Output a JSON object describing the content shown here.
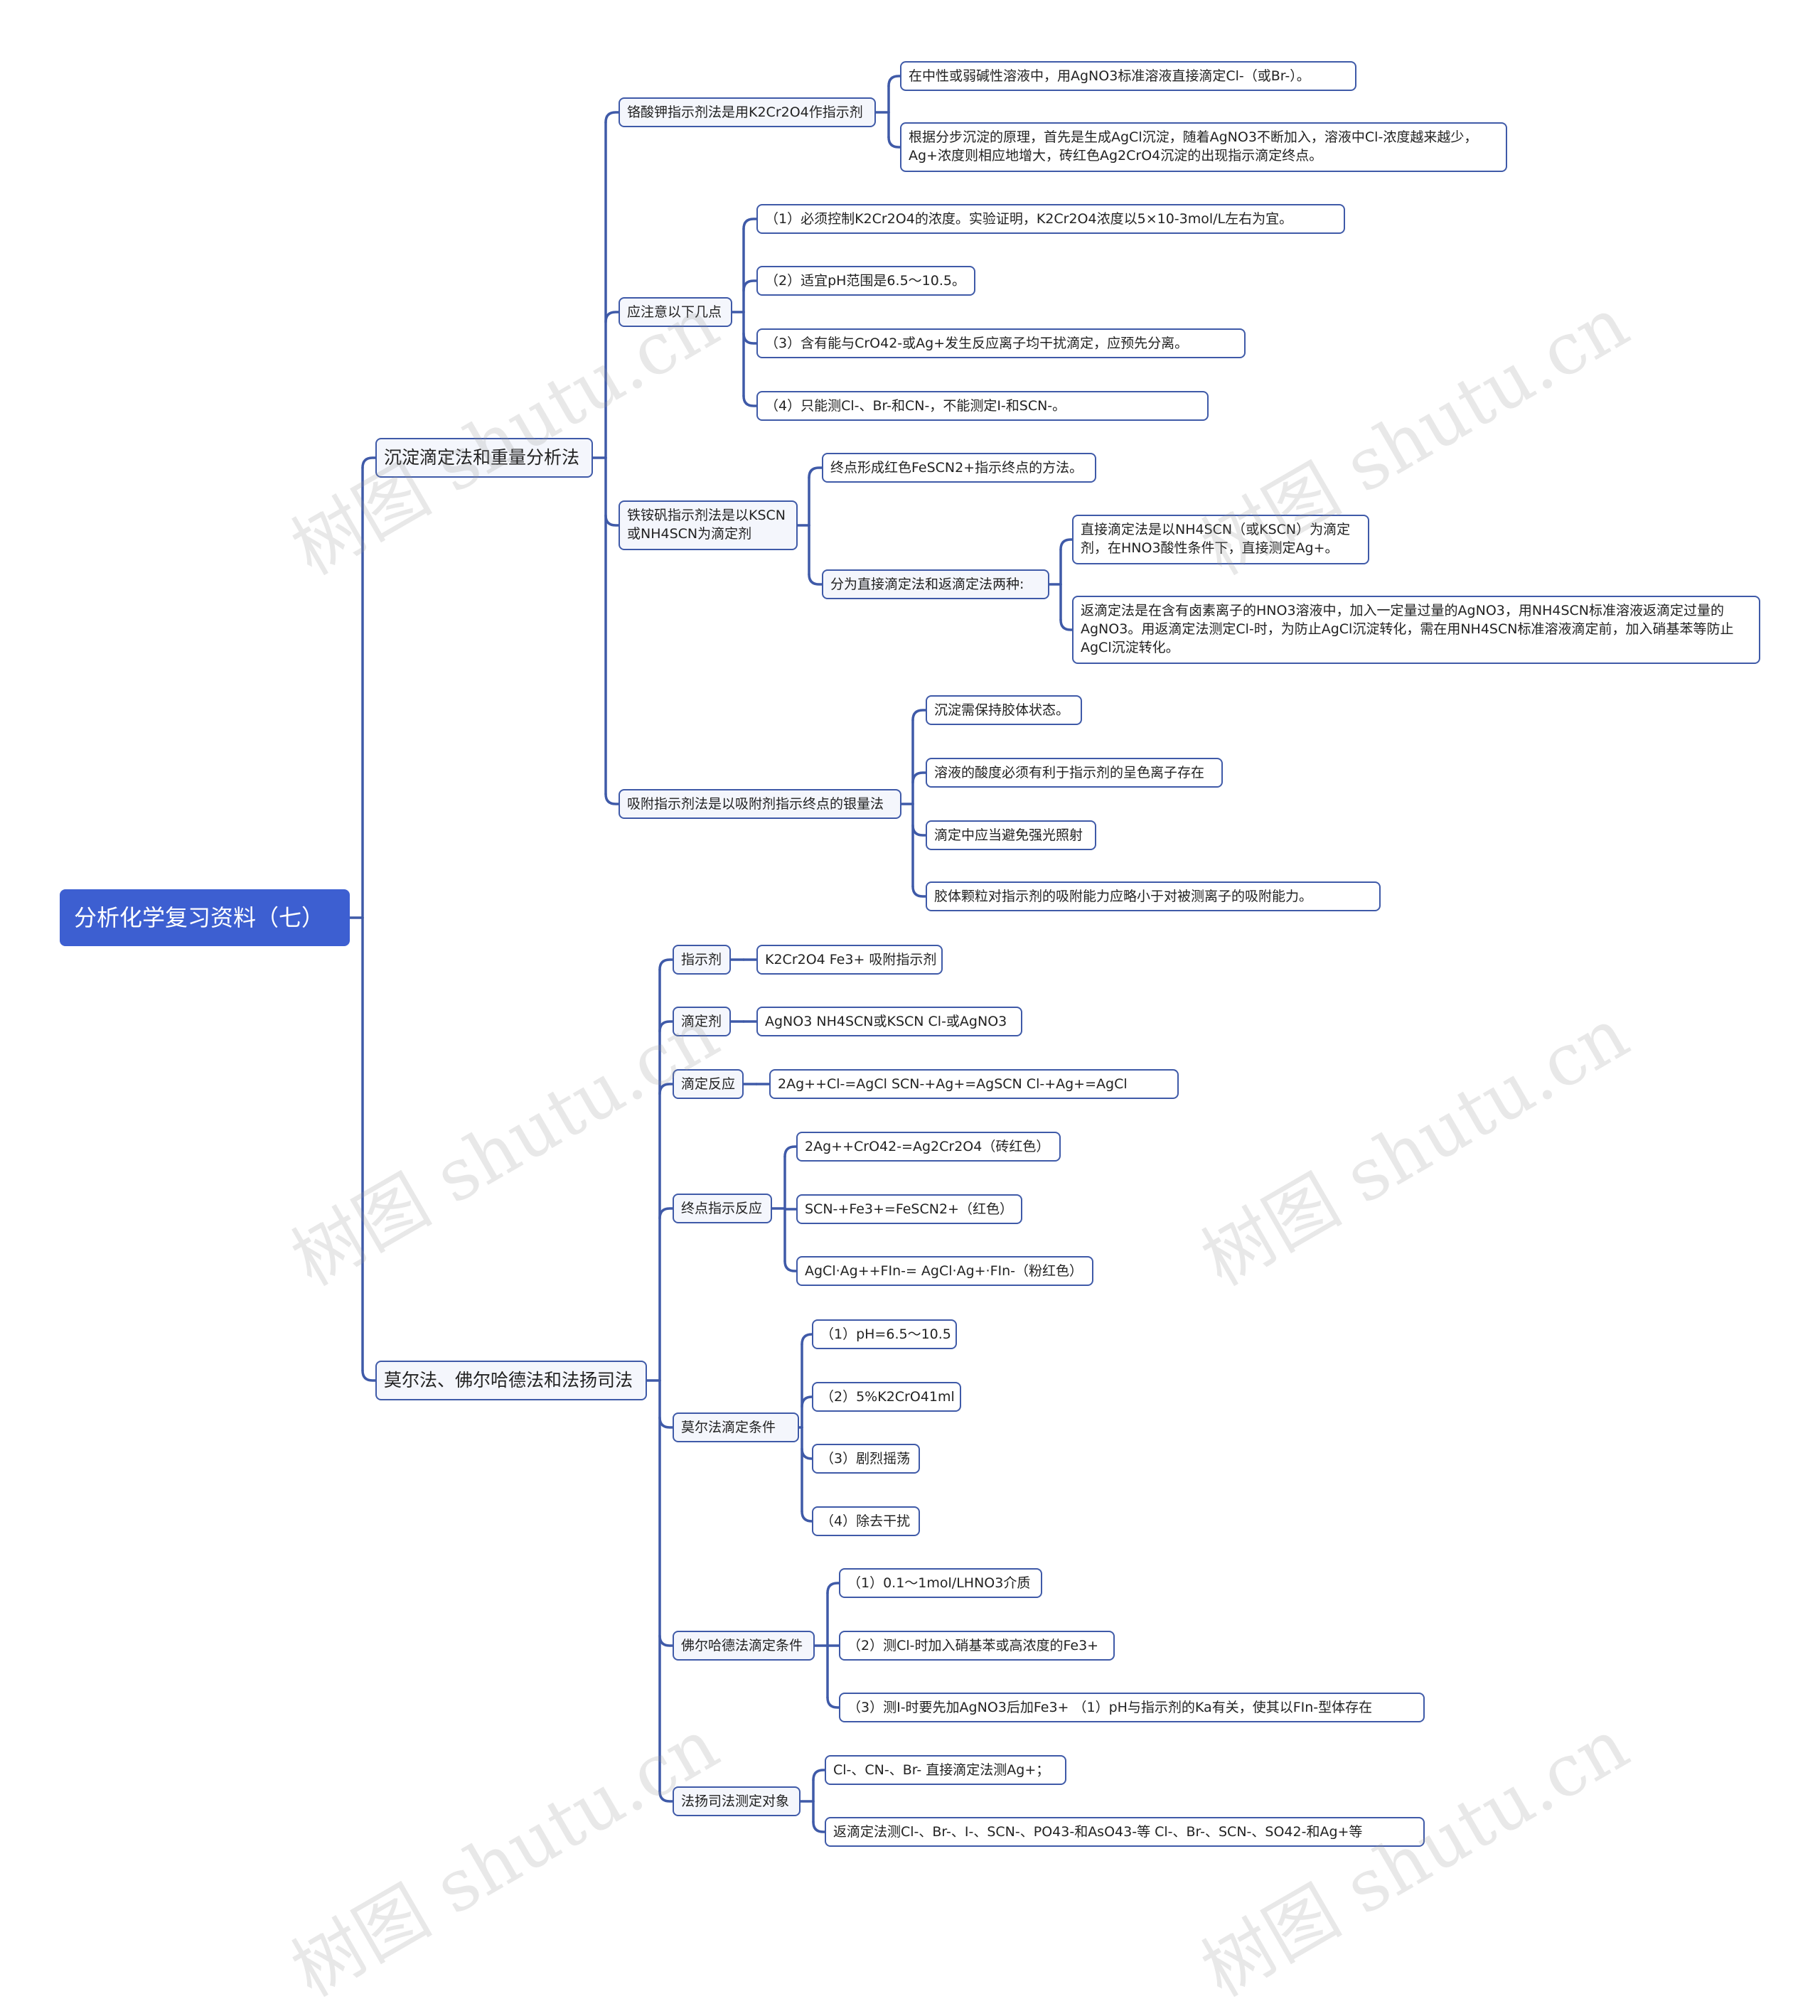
{
  "root": "分析化学复习资料（七）",
  "sec1": {
    "title": "沉淀滴定法和重量分析法",
    "a": {
      "title": "铬酸钾指示剂法是用K2Cr2O4作指示剂",
      "c1": "在中性或弱碱性溶液中，用AgNO3标准溶液直接滴定Cl-（或Br-）。",
      "c2": "根据分步沉淀的原理，首先是生成AgCl沉淀，随着AgNO3不断加入，溶液中Cl-浓度越来越少，Ag+浓度则相应地增大，砖红色Ag2CrO4沉淀的出现指示滴定终点。"
    },
    "b": {
      "title": "应注意以下几点",
      "c1": "（1）必须控制K2Cr2O4的浓度。实验证明，K2Cr2O4浓度以5×10-3mol/L左右为宜。",
      "c2": "（2）适宜pH范围是6.5～10.5。",
      "c3": "（3）含有能与CrO42-或Ag+发生反应离子均干扰滴定，应预先分离。",
      "c4": "（4）只能测Cl-、Br-和CN-，不能测定I-和SCN-。"
    },
    "c": {
      "title": "铁铵矾指示剂法是以KSCN或NH4SCN为滴定剂",
      "c1": "终点形成红色FeSCN2+指示终点的方法。",
      "c2": "分为直接滴定法和返滴定法两种:",
      "g1": "直接滴定法是以NH4SCN（或KSCN）为滴定剂，在HNO3酸性条件下，直接测定Ag+。",
      "g2": "返滴定法是在含有卤素离子的HNO3溶液中，加入一定量过量的AgNO3，用NH4SCN标准溶液返滴定过量的AgNO3。用返滴定法测定Cl-时，为防止AgCl沉淀转化，需在用NH4SCN标准溶液滴定前，加入硝基苯等防止AgCl沉淀转化。"
    },
    "d": {
      "title": "吸附指示剂法是以吸附剂指示终点的银量法",
      "c1": "沉淀需保持胶体状态。",
      "c2": "溶液的酸度必须有利于指示剂的呈色离子存在",
      "c3": "滴定中应当避免强光照射",
      "c4": "胶体颗粒对指示剂的吸附能力应略小于对被测离子的吸附能力。"
    }
  },
  "sec2": {
    "title": "莫尔法、佛尔哈德法和法扬司法",
    "ind": {
      "title": "指示剂",
      "c1": "K2Cr2O4 Fe3+ 吸附指示剂"
    },
    "tit": {
      "title": "滴定剂",
      "c1": "AgNO3 NH4SCN或KSCN Cl-或AgNO3"
    },
    "rx": {
      "title": "滴定反应",
      "c1": "2Ag++Cl-=AgCl SCN-+Ag+=AgSCN Cl-+Ag+=AgCl"
    },
    "end": {
      "title": "终点指示反应",
      "c1": "2Ag++CrO42-=Ag2Cr2O4（砖红色）",
      "c2": "SCN-+Fe3+=FeSCN2+（红色）",
      "c3": "AgCl·Ag++FIn-= AgCl·Ag+·FIn-（粉红色）"
    },
    "mohr": {
      "title": "莫尔法滴定条件",
      "c1": "（1）pH=6.5～10.5",
      "c2": "（2）5%K2CrO41ml",
      "c3": "（3）剧烈摇荡",
      "c4": "（4）除去干扰"
    },
    "volh": {
      "title": "佛尔哈德法滴定条件",
      "c1": "（1）0.1～1mol/LHNO3介质",
      "c2": "（2）测Cl-时加入硝基苯或高浓度的Fe3+",
      "c3": "（3）测I-时要先加AgNO3后加Fe3+ （1）pH与指示剂的Ka有关，使其以FIn-型体存在"
    },
    "faj": {
      "title": "法扬司法测定对象",
      "c1": "Cl-、CN-、Br- 直接滴定法测Ag+；",
      "c2": "返滴定法测Cl-、Br-、I-、SCN-、PO43-和AsO43-等 Cl-、Br-、SCN-、SO42-和Ag+等"
    }
  },
  "watermark": "树图 shutu.cn",
  "colors": {
    "line": "#3f5aa8",
    "root": "#3d5fd1"
  }
}
